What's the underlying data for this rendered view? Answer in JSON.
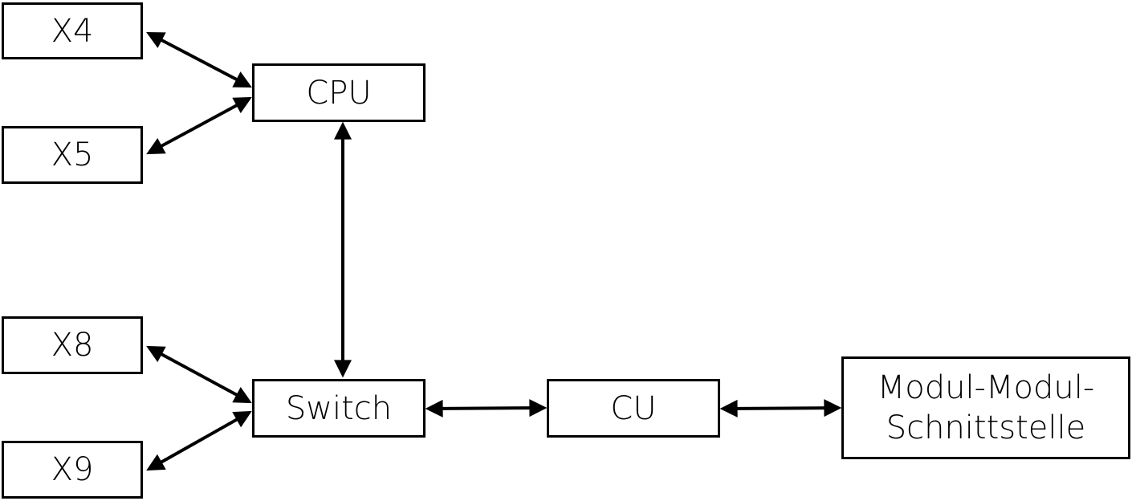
{
  "nodes": {
    "x4": {
      "label": "X4"
    },
    "x5": {
      "label": "X5"
    },
    "x8": {
      "label": "X8"
    },
    "x9": {
      "label": "X9"
    },
    "cpu": {
      "label": "CPU"
    },
    "switch": {
      "label": "Switch"
    },
    "cu": {
      "label": "CU"
    },
    "mms": {
      "label_line1": "Modul-Modul-",
      "label_line2": "Schnittstelle"
    }
  },
  "edges": [
    {
      "from": "x4",
      "to": "cpu",
      "bidirectional": true
    },
    {
      "from": "x5",
      "to": "cpu",
      "bidirectional": true
    },
    {
      "from": "cpu",
      "to": "switch",
      "bidirectional": true
    },
    {
      "from": "x8",
      "to": "switch",
      "bidirectional": true
    },
    {
      "from": "x9",
      "to": "switch",
      "bidirectional": true
    },
    {
      "from": "switch",
      "to": "cu",
      "bidirectional": true
    },
    {
      "from": "cu",
      "to": "mms",
      "bidirectional": true
    }
  ],
  "colors": {
    "line": "#000000",
    "box_border": "#000000",
    "background": "#ffffff"
  }
}
